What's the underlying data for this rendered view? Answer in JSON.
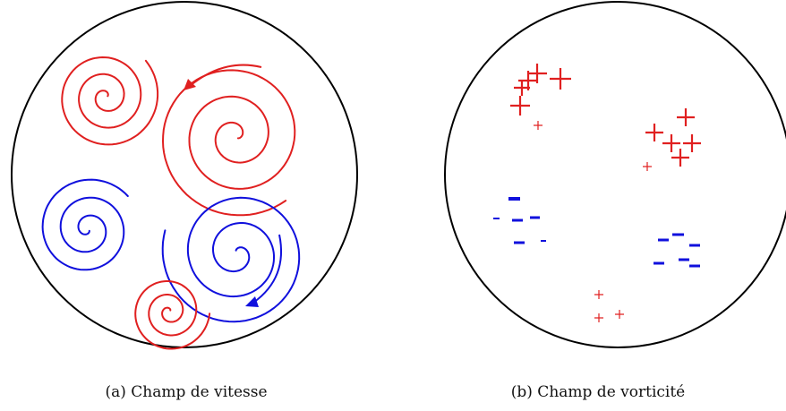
{
  "captions": {
    "a": "(a)  Champ de vitesse",
    "b": "(b)  Champ de vorticité"
  },
  "colors": {
    "positive": "#e02020",
    "negative": "#1010dd",
    "outline": "#000000"
  },
  "panel_a": {
    "vortices": [
      {
        "sense": "positive",
        "label": "red-vortex-top-left"
      },
      {
        "sense": "positive",
        "label": "red-vortex-large"
      },
      {
        "sense": "negative",
        "label": "blue-vortex-left"
      },
      {
        "sense": "negative",
        "label": "blue-vortex-large"
      },
      {
        "sense": "positive",
        "label": "red-vortex-bottom"
      }
    ]
  },
  "panel_b": {
    "symbols": [
      "+",
      "-"
    ]
  }
}
